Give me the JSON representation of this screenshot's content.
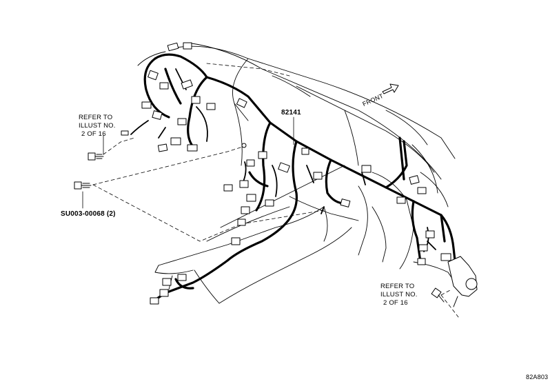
{
  "labels": {
    "part_number": "82141",
    "front": "FRONT",
    "refer_left": [
      "REFER TO",
      "ILLUST NO.",
      "2 OF 16"
    ],
    "refer_right": [
      "REFER TO",
      "ILLUST NO.",
      "2 OF 16"
    ],
    "bolt_part": "SU003-00068 (2)",
    "figure_code": "82A803"
  }
}
